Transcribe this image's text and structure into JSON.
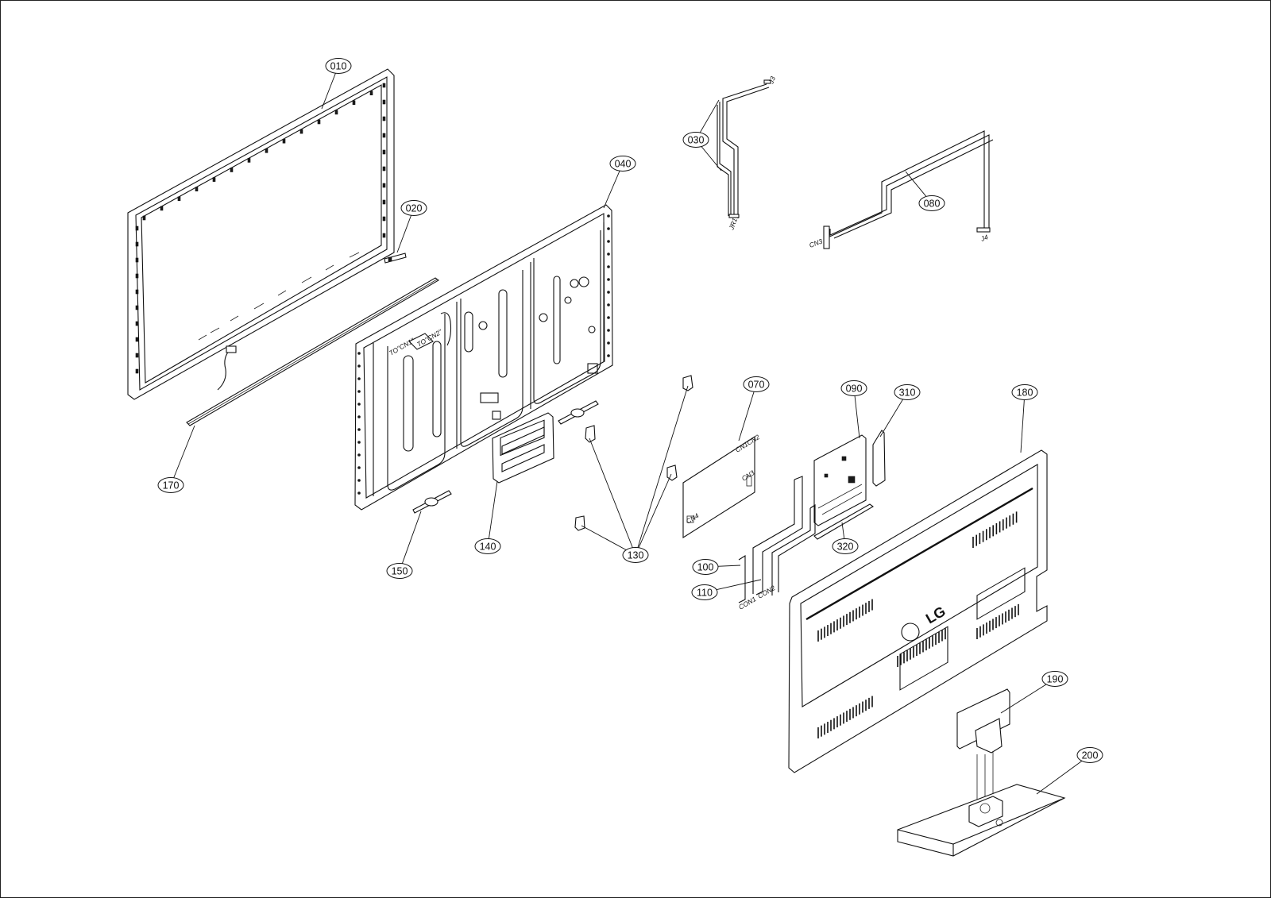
{
  "callouts": [
    {
      "id": "c010",
      "label": "010"
    },
    {
      "id": "c020",
      "label": "020"
    },
    {
      "id": "c030",
      "label": "030"
    },
    {
      "id": "c040",
      "label": "040"
    },
    {
      "id": "c070",
      "label": "070"
    },
    {
      "id": "c080",
      "label": "080"
    },
    {
      "id": "c090",
      "label": "090"
    },
    {
      "id": "c100",
      "label": "100"
    },
    {
      "id": "c110",
      "label": "110"
    },
    {
      "id": "c130",
      "label": "130"
    },
    {
      "id": "c140",
      "label": "140"
    },
    {
      "id": "c150",
      "label": "150"
    },
    {
      "id": "c170",
      "label": "170"
    },
    {
      "id": "c180",
      "label": "180"
    },
    {
      "id": "c190",
      "label": "190"
    },
    {
      "id": "c200",
      "label": "200"
    },
    {
      "id": "c310",
      "label": "310"
    },
    {
      "id": "c320",
      "label": "320"
    }
  ],
  "connectors": {
    "j3": "J3",
    "jr1": "JR1",
    "cn3": "CN3",
    "j4": "J4",
    "con1": "CON1",
    "con2": "CON2",
    "to_cn1": "TO\"CN1\"",
    "to_cn2": "TO\"CN2\"",
    "cn1cn2": "CN1CN2",
    "cn4": "CN4",
    "board_cn3": "CN3"
  },
  "logo_text": "LG"
}
